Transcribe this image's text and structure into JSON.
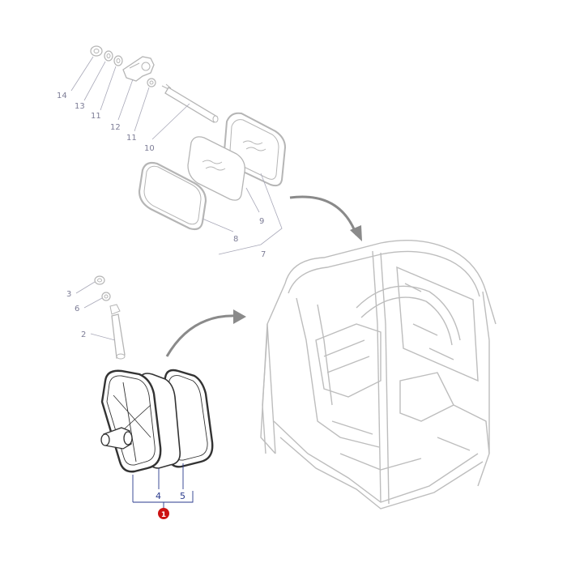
{
  "colors": {
    "faded_line": "#b5b5b5",
    "dark_line": "#333333",
    "callout_gray": "#7d7d96",
    "callout_blue": "#2a3a8c",
    "badge_red": "#cc1111"
  },
  "callouts_upper": {
    "c14": "14",
    "c13": "13",
    "c11a": "11",
    "c12": "12",
    "c11b": "11",
    "c10": "10",
    "c9": "9",
    "c8": "8",
    "c7": "7"
  },
  "callouts_lower": {
    "c3": "3",
    "c6": "6",
    "c2": "2",
    "c4": "4",
    "c5": "5"
  },
  "badge": {
    "label": "1"
  },
  "icons": {
    "arrow_upper": "curved-arrow-icon",
    "arrow_lower": "curved-arrow-icon"
  }
}
